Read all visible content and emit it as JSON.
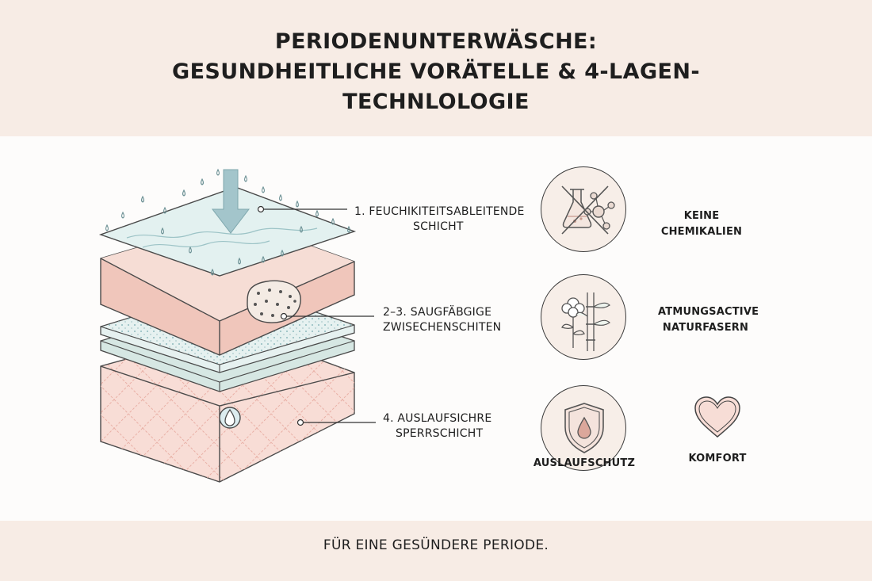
{
  "header": {
    "title_lines": [
      "PERIODENUNTERWÄSCHE:",
      "GESUNDHEITLICHE VORÄTELLE & 4-LAGEN-",
      "TECHNLOLOGIE"
    ]
  },
  "layers": [
    {
      "lines": [
        "1. FEUCHIKITEITSABLEITENDE",
        "SCHICHT"
      ]
    },
    {
      "lines": [
        "2–3. SAUGFÄBGIGE",
        "ZWISECHENSCHITEN"
      ]
    },
    {
      "lines": [
        "4. AUSLAUFSICHRE",
        "SPERRSCHICHT"
      ]
    }
  ],
  "benefits": [
    {
      "icon": "no-chemicals-icon",
      "lines": [
        "KEINE",
        "CHEMIKALIEN"
      ]
    },
    {
      "icon": "cotton-bamboo-icon",
      "lines": [
        "ATMUNGSACTIVE",
        "NATURFASERN"
      ]
    },
    {
      "icon": "shield-drop-icon",
      "lines": [
        "AUSLAUFSCHUTZ"
      ]
    },
    {
      "icon": "heart-icon",
      "lines": [
        "KOMFORT"
      ]
    }
  ],
  "footer": {
    "text": "FÜR EINE GESÜNDERE PERIODE."
  },
  "colors": {
    "band": "#f7ece5",
    "layer_top": "#e3f1f0",
    "layer_pink": "#f0c6bb",
    "layer_dotted": "#e6f1f0",
    "layer_mint": "#d6e7e3",
    "layer_bottom": "#f8ddd6",
    "circle_fill": "#f7eee8"
  }
}
